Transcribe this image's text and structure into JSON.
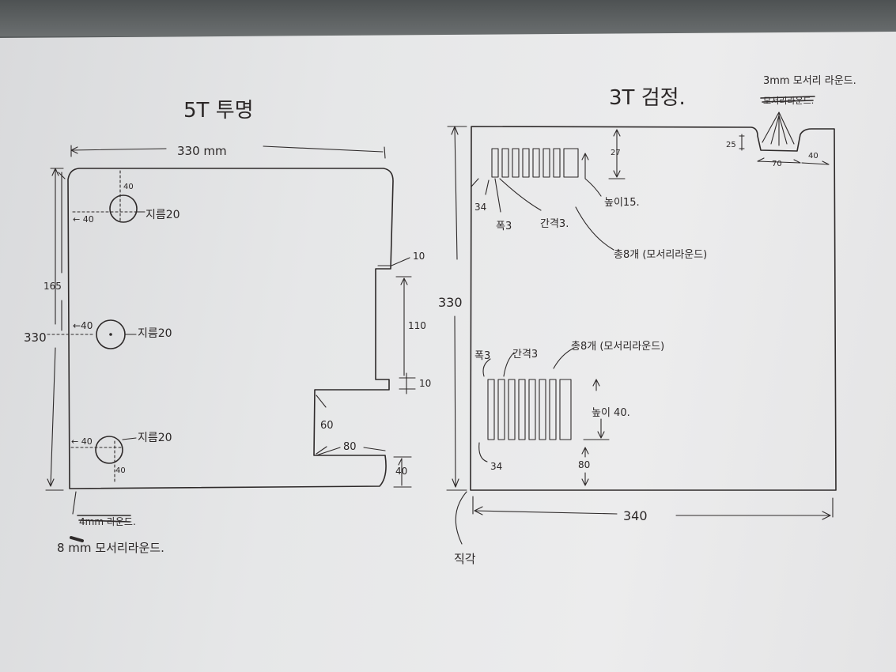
{
  "left_part": {
    "title": "5T 투명",
    "width_label": "330 mm",
    "height_label": "330",
    "half_height_label": "165",
    "hole_top_offset": "40",
    "holes": [
      {
        "left_offset": "← 40",
        "label": "지름20"
      },
      {
        "left_offset": "←40",
        "label": "지름20"
      },
      {
        "left_offset": "← 40",
        "label": "지름20",
        "bottom_offset": "40"
      }
    ],
    "notch": {
      "top_gap": "10",
      "slot_height": "110",
      "slot_gap": "10",
      "step_height": "60",
      "step_width": "80",
      "bottom_height": "40"
    },
    "struck_note": "4mm 라운드.",
    "corner_note": "8 mm 모서리라운드."
  },
  "right_part": {
    "title": "3T 검정.",
    "height_label": "330",
    "width_label": "340",
    "corner_note": "3mm 모서리 라운드.",
    "struck_note": "모서리라운드.",
    "tab": {
      "height": "25",
      "width": "70",
      "right_offset": "40"
    },
    "top_vents": {
      "top_offset": "27",
      "left_offset": "34",
      "width_label": "폭3",
      "gap_label": "간격3.",
      "height_label": "높이15.",
      "count_label": "총8개 (모서리라운드)"
    },
    "bottom_vents": {
      "width_label": "폭3",
      "gap_label": "간격3",
      "count_label": "총8개 (모서리라운드)",
      "height_label": "높이 40.",
      "left_offset": "34",
      "bottom_offset": "80"
    },
    "right_angle_note": "직각"
  }
}
